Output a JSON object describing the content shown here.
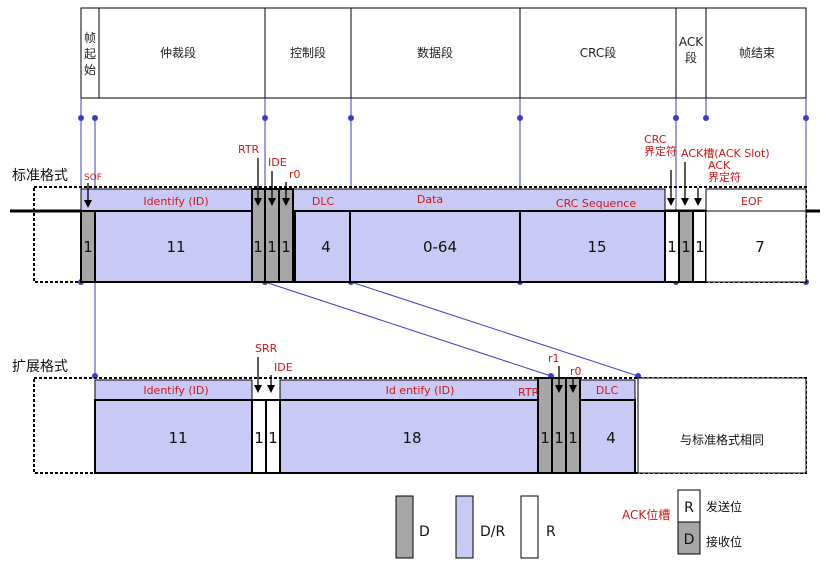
{
  "colors": {
    "dominant": "#a6a6a6",
    "dr": "#c9c9f5",
    "recessive": "#ffffff",
    "marker": "#3c3ccc",
    "label_red": "#d01818"
  },
  "header": {
    "sof": "帧起始",
    "arbitration": "仲裁段",
    "control": "控制段",
    "data": "数据段",
    "crc": "CRC段",
    "ack": "ACK段",
    "eof": "帧结束"
  },
  "standard": {
    "title": "标准格式",
    "sof_tag": "SOF",
    "rtr": "RTR",
    "ide": "IDE",
    "r0": "r0",
    "crc_delim": [
      "CRC",
      "界定符"
    ],
    "ack_slot": "ACK槽(ACK Slot)",
    "ack_delim": [
      "ACK",
      "界定符"
    ],
    "labels": {
      "id": "Identify (ID)",
      "dlc": "DLC",
      "data": "Data",
      "crc": "CRC Sequence",
      "eof": "EOF"
    },
    "bits": {
      "sof": "1",
      "id": "11",
      "rtr": "1",
      "ide": "1",
      "r0": "1",
      "dlc": "4",
      "data": "0-64",
      "crc": "15",
      "crc_delim": "1",
      "ack": "1",
      "ack_delim": "1",
      "eof": "7"
    }
  },
  "extended": {
    "title": "扩展格式",
    "srr": "SRR",
    "ide": "IDE",
    "r1": "r1",
    "r0": "r0",
    "rtr": "RTR",
    "labels": {
      "id1": "Identify (ID)",
      "id2": "Id entify (ID)",
      "dlc": "DLC"
    },
    "bits": {
      "id1": "11",
      "srr": "1",
      "ide": "1",
      "id2": "18",
      "rtr": "1",
      "r1": "1",
      "r0": "1",
      "dlc": "4"
    },
    "same_as": "与标准格式相同"
  },
  "legend": {
    "d": "D",
    "dr": "D/R",
    "r": "R",
    "ack_slot_title": "ACK位槽",
    "r_key": "R",
    "r_text": "发送位",
    "d_key": "D",
    "d_text": "接收位"
  }
}
